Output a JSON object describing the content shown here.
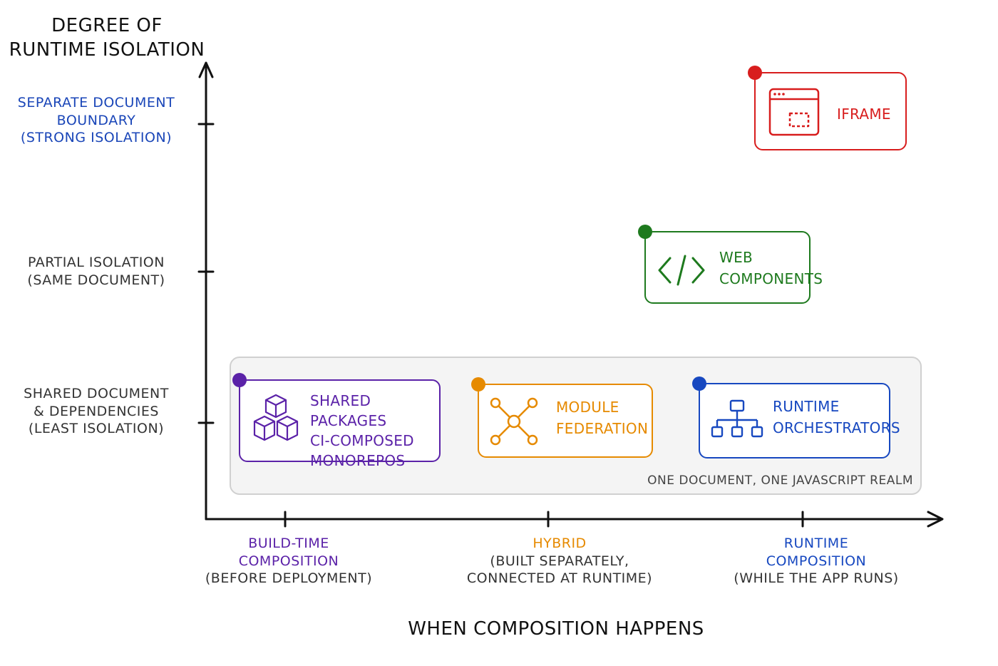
{
  "y_axis": {
    "title": [
      "Degree of",
      "Runtime Isolation"
    ],
    "levels": {
      "strong": [
        "Separate Document",
        "Boundary",
        "(Strong Isolation)"
      ],
      "partial": [
        "Partial Isolation",
        "(Same Document)"
      ],
      "shared": [
        "Shared Document",
        "& Dependencies",
        "(Least Isolation)"
      ]
    }
  },
  "x_axis": {
    "title": "When Composition Happens",
    "build_time": {
      "title": [
        "Build-Time",
        "Composition"
      ],
      "note": "(Before Deployment)"
    },
    "hybrid": {
      "title": "Hybrid",
      "note": [
        "(Built Separately,",
        "Connected at Runtime)"
      ]
    },
    "runtime": {
      "title": [
        "Runtime",
        "Composition"
      ],
      "note": "(While the App Runs)"
    }
  },
  "cards": {
    "iframe": {
      "label": "iFrame",
      "color": "#d81d1d",
      "icon": "browser-window-icon"
    },
    "web_components": {
      "label": [
        "Web",
        "Components"
      ],
      "color": "#1e7a1e",
      "icon": "code-brackets-icon"
    },
    "shared_packages": {
      "label": [
        "Shared Packages",
        "CI-Composed",
        "Monorepos"
      ],
      "color": "#5b22a8",
      "icon": "stacked-cubes-icon"
    },
    "module_federation": {
      "label": [
        "Module",
        "Federation"
      ],
      "color": "#e68a00",
      "icon": "network-nodes-icon"
    },
    "runtime_orchestrators": {
      "label": [
        "Runtime",
        "Orchestrators"
      ],
      "color": "#1748c0",
      "icon": "hierarchy-tree-icon"
    }
  },
  "group_caption": "One Document, One JavaScript Realm"
}
